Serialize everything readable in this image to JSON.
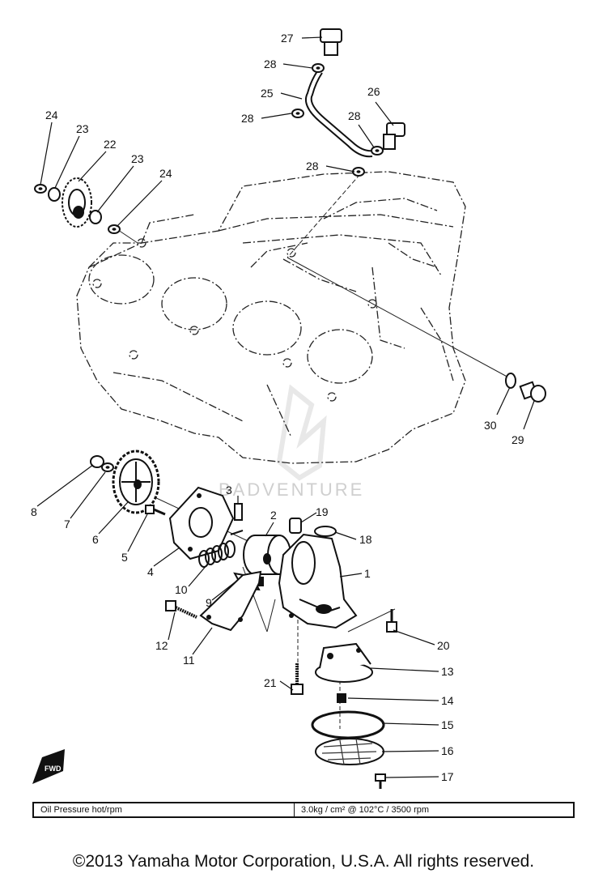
{
  "diagram": {
    "callouts": [
      {
        "id": "c27",
        "text": "27"
      },
      {
        "id": "c28a",
        "text": "28"
      },
      {
        "id": "c25",
        "text": "25"
      },
      {
        "id": "c26",
        "text": "26"
      },
      {
        "id": "c28b",
        "text": "28"
      },
      {
        "id": "c28c",
        "text": "28"
      },
      {
        "id": "c28d",
        "text": "28"
      },
      {
        "id": "c24a",
        "text": "24"
      },
      {
        "id": "c23a",
        "text": "23"
      },
      {
        "id": "c22",
        "text": "22"
      },
      {
        "id": "c23b",
        "text": "23"
      },
      {
        "id": "c24b",
        "text": "24"
      },
      {
        "id": "c30",
        "text": "30"
      },
      {
        "id": "c29",
        "text": "29"
      },
      {
        "id": "c8",
        "text": "8"
      },
      {
        "id": "c7",
        "text": "7"
      },
      {
        "id": "c6",
        "text": "6"
      },
      {
        "id": "c5",
        "text": "5"
      },
      {
        "id": "c4",
        "text": "4"
      },
      {
        "id": "c3",
        "text": "3"
      },
      {
        "id": "c2",
        "text": "2"
      },
      {
        "id": "c19",
        "text": "19"
      },
      {
        "id": "c18",
        "text": "18"
      },
      {
        "id": "c1",
        "text": "1"
      },
      {
        "id": "c10",
        "text": "10"
      },
      {
        "id": "c9",
        "text": "9"
      },
      {
        "id": "c12",
        "text": "12"
      },
      {
        "id": "c11",
        "text": "11"
      },
      {
        "id": "c20",
        "text": "20"
      },
      {
        "id": "c21",
        "text": "21"
      },
      {
        "id": "c13",
        "text": "13"
      },
      {
        "id": "c14",
        "text": "14"
      },
      {
        "id": "c15",
        "text": "15"
      },
      {
        "id": "c16",
        "text": "16"
      },
      {
        "id": "c17",
        "text": "17"
      }
    ],
    "watermark": "BADVENTURE",
    "arrow_label": "FWD"
  },
  "spec": {
    "label": "Oil Pressure hot/rpm",
    "value": "3.0kg / cm² @ 102°C / 3500 rpm"
  },
  "footer": {
    "copyright": "©2013 Yamaha Motor Corporation, U.S.A. All rights reserved."
  }
}
